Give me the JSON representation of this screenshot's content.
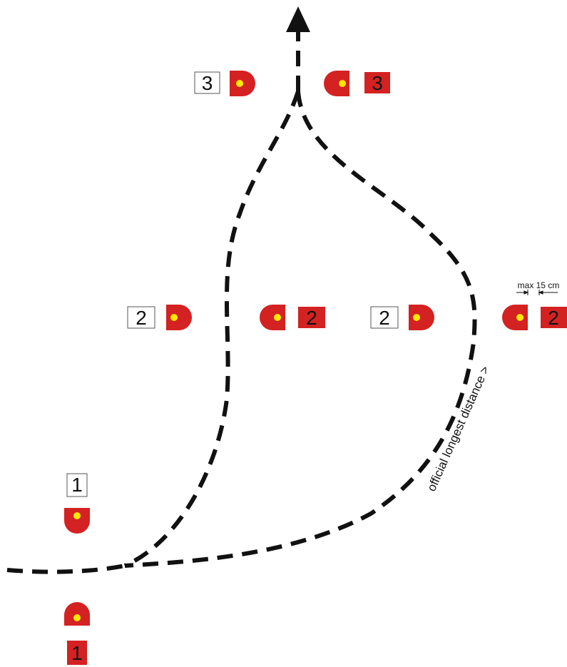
{
  "colors": {
    "gate_fill": "#d42121",
    "gate_dot": "#ffe800",
    "route": "#111111",
    "label_box_border": "#555555",
    "text": "#111111"
  },
  "icons": {
    "gate": "half-disc-marker-icon",
    "arrow": "arrowhead-up-icon"
  },
  "gate_pairs": {
    "left_gate_1": "1",
    "right_gate_1": "1",
    "left_gate_2a": "2",
    "right_gate_2a": "2",
    "left_gate_2b": "2",
    "right_gate_2b": "2",
    "left_gate_3": "3",
    "right_gate_3": "3"
  },
  "annotations": {
    "max_width": "max 15 cm",
    "longest_distance": "official longest distance >"
  }
}
